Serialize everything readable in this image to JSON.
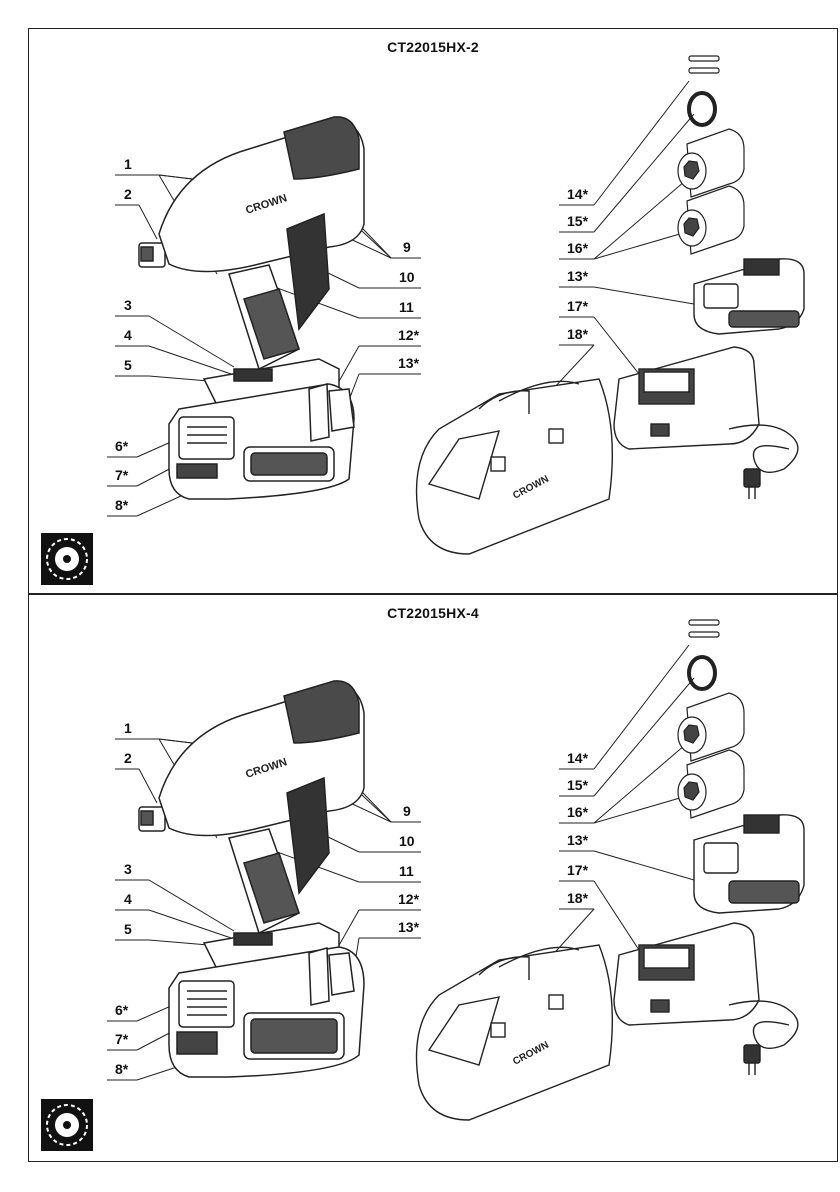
{
  "panels": [
    {
      "title": "CT22015HX-2",
      "left_labels": [
        "1",
        "2",
        "3",
        "4",
        "5",
        "6*",
        "7*",
        "8*"
      ],
      "right_labels": [
        "9",
        "10",
        "11",
        "12*",
        "13*"
      ],
      "accessory_labels": [
        "14*",
        "15*",
        "16*",
        "13*",
        "17*",
        "18*"
      ]
    },
    {
      "title": "CT22015HX-4",
      "left_labels": [
        "1",
        "2",
        "3",
        "4",
        "5",
        "6*",
        "7*",
        "8*"
      ],
      "right_labels": [
        "9",
        "10",
        "11",
        "12*",
        "13*"
      ],
      "accessory_labels": [
        "14*",
        "15*",
        "16*",
        "13*",
        "17*",
        "18*"
      ]
    }
  ],
  "brand": "CROWN",
  "icons": [
    "impact-wrench-icon",
    "battery-pack-icon",
    "charger-icon",
    "tool-bag-icon",
    "socket-icon",
    "hog-ring-icon",
    "pin-icon",
    "manual-badge-icon"
  ]
}
